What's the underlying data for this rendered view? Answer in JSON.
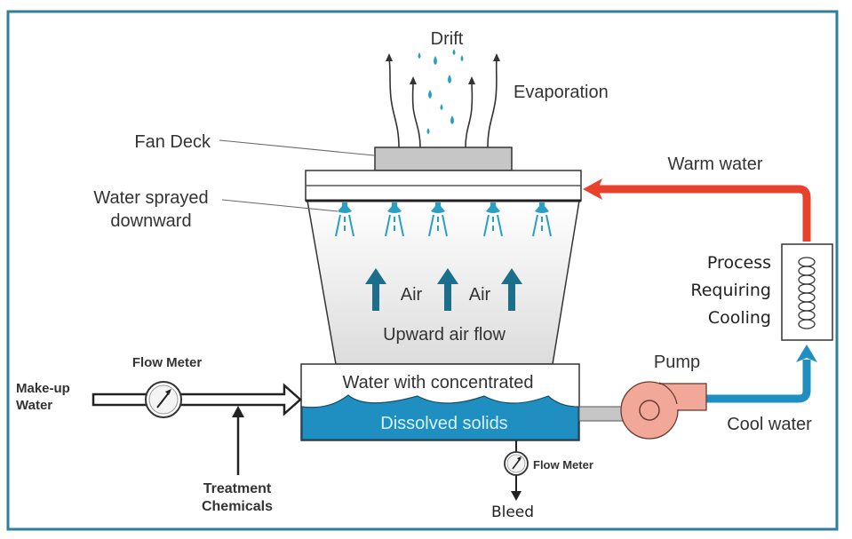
{
  "colors": {
    "frame": "#2f7f9a",
    "water_blue": "#1e8fc0",
    "air_arrow": "#1b6f8c",
    "warm_pipe": "#e8412c",
    "pump_fill": "#f1a898",
    "fan_deck": "#c6c6c6",
    "drop": "#2a9fc4",
    "dissolved_text": "#d8f3ff"
  },
  "labels": {
    "drift": "Drift",
    "evaporation": "Evaporation",
    "fan_deck": "Fan Deck",
    "water_sprayed_line1": "Water sprayed",
    "water_sprayed_line2": "downward",
    "air_1": "Air",
    "air_2": "Air",
    "upward_air_flow": "Upward air flow",
    "basin_top": "Water with concentrated",
    "basin_bottom": "Dissolved solids",
    "warm_water": "Warm water",
    "process_line1": "Process",
    "process_line2": "Requiring",
    "process_line3": "Cooling",
    "pump": "Pump",
    "cool_water": "Cool water",
    "flow_meter_makeup": "Flow Meter",
    "makeup_line1": "Make-up",
    "makeup_line2": "Water",
    "treatment_line1": "Treatment",
    "treatment_line2": "Chemicals",
    "flow_meter_bleed": "Flow Meter",
    "bleed": "Bleed"
  }
}
